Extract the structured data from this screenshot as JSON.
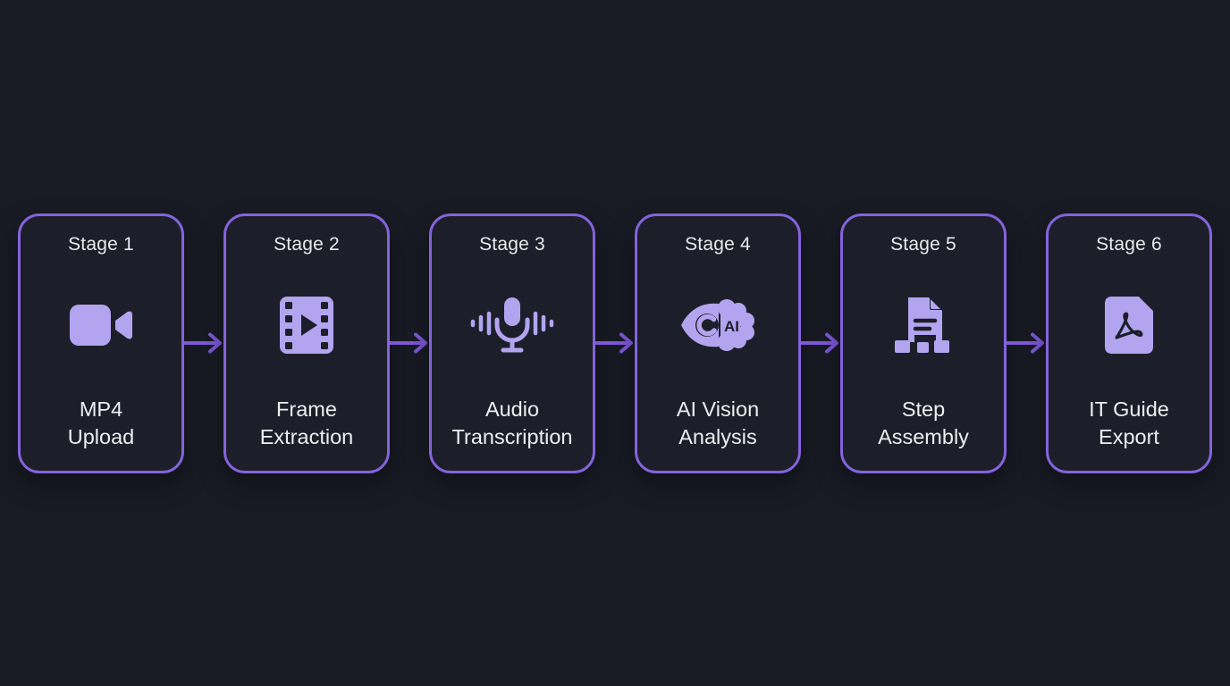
{
  "pipeline": {
    "stages": [
      {
        "stage_label": "Stage 1",
        "icon": "video-camera-icon",
        "title_lines": [
          "MP4",
          "Upload"
        ]
      },
      {
        "stage_label": "Stage 2",
        "icon": "film-strip-icon",
        "title_lines": [
          "Frame",
          "Extraction"
        ]
      },
      {
        "stage_label": "Stage 3",
        "icon": "microphone-waveform-icon",
        "title_lines": [
          "Audio",
          "Transcription"
        ]
      },
      {
        "stage_label": "Stage 4",
        "icon": "eye-brain-ai-icon",
        "title_lines": [
          "AI Vision",
          "Analysis"
        ]
      },
      {
        "stage_label": "Stage 5",
        "icon": "document-blocks-icon",
        "title_lines": [
          "Step",
          "Assembly"
        ]
      },
      {
        "stage_label": "Stage 6",
        "icon": "pdf-file-icon",
        "title_lines": [
          "IT Guide",
          "Export"
        ]
      }
    ],
    "ai_badge_text": "AI",
    "colors": {
      "background": "#181b24",
      "card_fill": "#1c1f29",
      "card_border": "#8463dc",
      "icon_fill": "#b3a4f0",
      "arrow": "#7e58da",
      "text": "#edeef2"
    }
  }
}
